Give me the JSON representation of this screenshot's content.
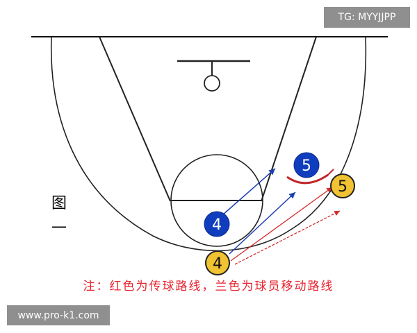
{
  "watermark_tag": "TG: MYYJJPP",
  "watermark_site": "www.pro-k1.com",
  "figure_label": [
    "图",
    "一"
  ],
  "note": "注：红色为传球路线，兰色为球员移动路线",
  "players": {
    "blue_4": "4",
    "blue_5": "5",
    "yellow_4": "4",
    "yellow_5": "5"
  },
  "colors": {
    "pass_route": "#d62a2a",
    "move_route": "#1d3fae",
    "blue_player": "#0f3dbd",
    "yellow_player": "#f1c232",
    "defender_arc": "#c0262a"
  }
}
